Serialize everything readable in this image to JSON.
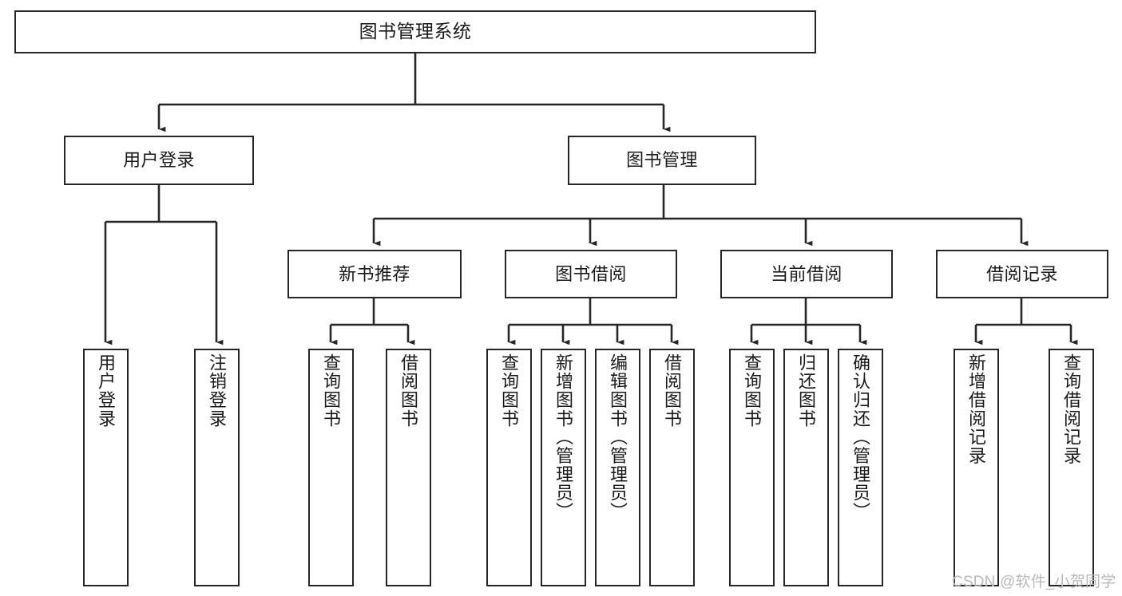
{
  "diagram": {
    "title": "图书管理系统",
    "type": "hierarchy-tree",
    "watermark": "CSDN @软件_小贺同学",
    "colors": {
      "border": "#262626",
      "background": "#ffffff",
      "text": "#1a1a1a",
      "watermark": "#b9b9b9"
    },
    "levels": {
      "root": {
        "label": "图书管理系统"
      },
      "level1": [
        {
          "label": "用户登录"
        },
        {
          "label": "图书管理"
        }
      ],
      "level2": [
        {
          "label": "新书推荐"
        },
        {
          "label": "图书借阅"
        },
        {
          "label": "当前借阅"
        },
        {
          "label": "借阅记录"
        }
      ],
      "level3": [
        {
          "label": "用户登录"
        },
        {
          "label": "注销登录"
        },
        {
          "label": "查询图书"
        },
        {
          "label": "借阅图书"
        },
        {
          "label": "查询图书"
        },
        {
          "label": "新增图书（管理员）"
        },
        {
          "label": "编辑图书（管理员）"
        },
        {
          "label": "借阅图书"
        },
        {
          "label": "查询图书"
        },
        {
          "label": "归还图书"
        },
        {
          "label": "确认归还（管理员）"
        },
        {
          "label": "新增借阅记录"
        },
        {
          "label": "查询借阅记录"
        }
      ]
    }
  }
}
